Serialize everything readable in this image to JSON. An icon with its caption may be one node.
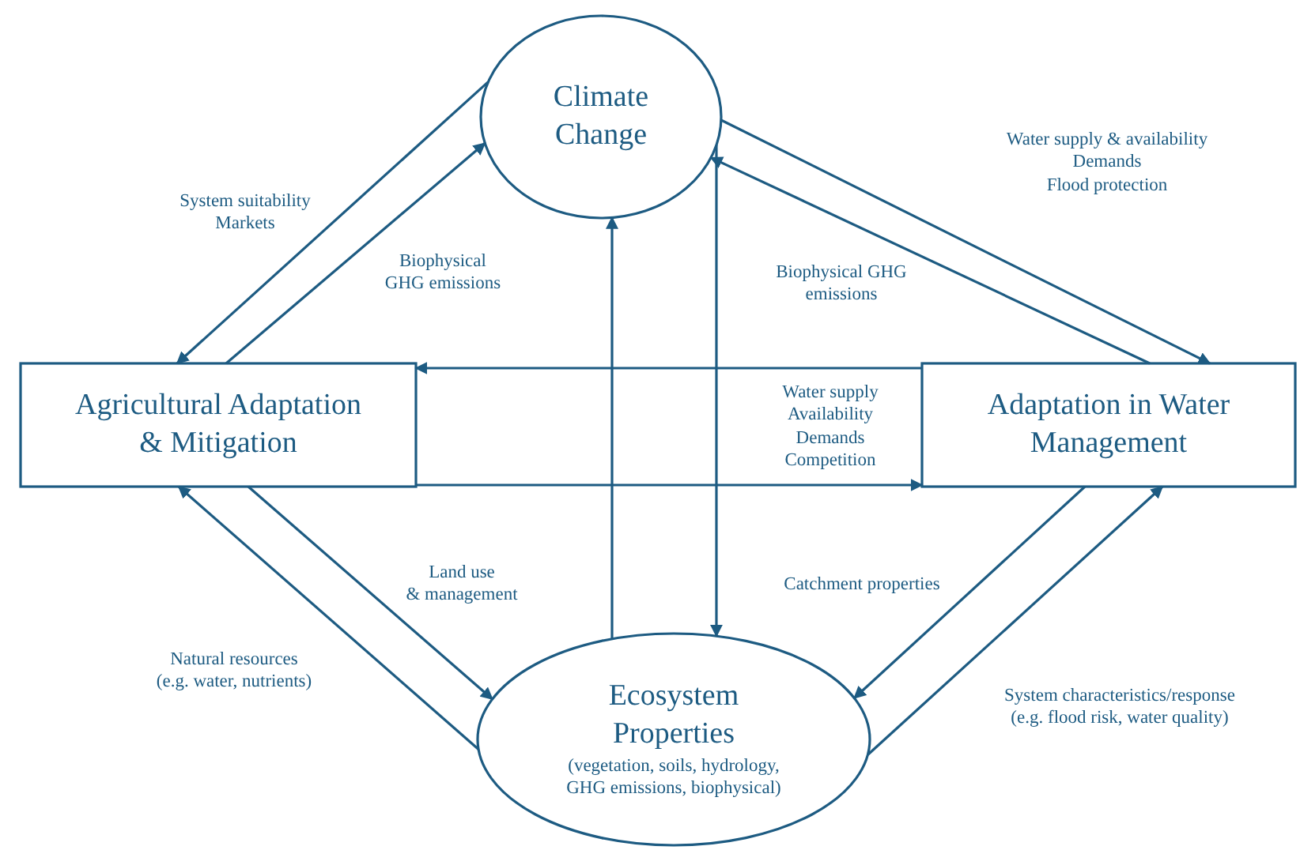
{
  "diagram": {
    "nodes": [
      {
        "text": [
          "Climate Change"
        ]
      },
      {
        "text": [
          "Agricultural Adaptation & Mitigation"
        ]
      },
      {
        "text": [
          "Adaptation in Water Management"
        ]
      },
      {
        "text": [
          "Ecosystem Properties",
          "(vegetation, soils, hydrology, GHG emissions, biophysical)"
        ]
      }
    ],
    "edges": [
      {
        "from": 0,
        "to": 1,
        "arrow": "to",
        "label": "System suitability Markets"
      },
      {
        "from": 1,
        "to": 0,
        "arrow": "to",
        "label": "Biophysical GHG emissions"
      },
      {
        "from": 0,
        "to": 2,
        "arrow": "to",
        "label": "Water supply & availability Demands Flood protection"
      },
      {
        "from": 2,
        "to": 0,
        "arrow": "to",
        "label": "Biophysical GHG emissions"
      },
      {
        "from": 2,
        "to": 1,
        "arrow": "to"
      },
      {
        "from": 1,
        "to": 2,
        "arrow": "to",
        "label": "Water supply Availability Demands Competition"
      },
      {
        "from": 3,
        "to": 0,
        "arrow": "to"
      },
      {
        "from": 0,
        "to": 3,
        "arrow": "to"
      },
      {
        "from": 1,
        "to": 3,
        "arrow": "to",
        "label": "Land use & management"
      },
      {
        "from": 3,
        "to": 1,
        "arrow": "to",
        "label": "Natural resources (e.g. water, nutrients)"
      },
      {
        "from": 2,
        "to": 3,
        "arrow": "to",
        "label": "Catchment properties"
      },
      {
        "from": 3,
        "to": 2,
        "arrow": "to",
        "label": "System characteristics/response (e.g. flood risk, water quality)"
      }
    ]
  }
}
